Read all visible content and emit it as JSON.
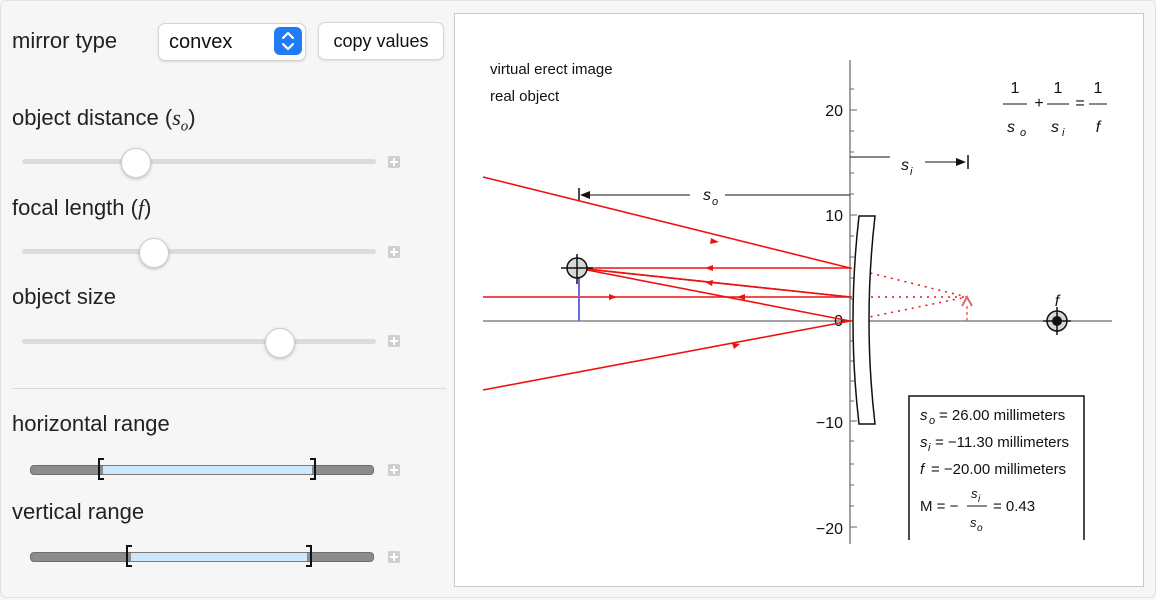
{
  "controls": {
    "mirror_type_label": "mirror type",
    "mirror_type_value": "convex",
    "copy_button": "copy values",
    "object_distance_label": "object distance (",
    "object_distance_sym": "s",
    "object_distance_sub": "o",
    "focal_length_label": "focal length (",
    "focal_length_sym": "f",
    "object_size_label": "object size",
    "horizontal_range_label": "horizontal range",
    "vertical_range_label": "vertical range",
    "sliders": {
      "object_distance": 0.32,
      "focal_length": 0.37,
      "object_size": 0.79
    },
    "ranges": {
      "horizontal": [
        0.22,
        0.83
      ],
      "vertical": [
        0.3,
        0.81
      ]
    }
  },
  "plot": {
    "status_line1": "virtual  erect image",
    "status_line2": "real object",
    "y_ticks": [
      "20",
      "10",
      "0",
      "−10",
      "−20"
    ],
    "equation": {
      "one": "1",
      "so": "s",
      "so_sub": "o",
      "si": "s",
      "si_sub": "i",
      "f": "f",
      "plus": "+",
      "eq": "="
    },
    "so_label": "s",
    "so_sub": "o",
    "si_label": "s",
    "si_sub": "i",
    "f_label": "f",
    "readout": {
      "so": "= 26.00 millimeters",
      "si": "= −11.30 millimeters",
      "f": "= −20.00 millimeters",
      "m_prefix": "M = −",
      "m_value": "= 0.43"
    },
    "colors": {
      "ray": "#ee1111",
      "object": "#6a6ae0",
      "image": "#e06666"
    }
  }
}
